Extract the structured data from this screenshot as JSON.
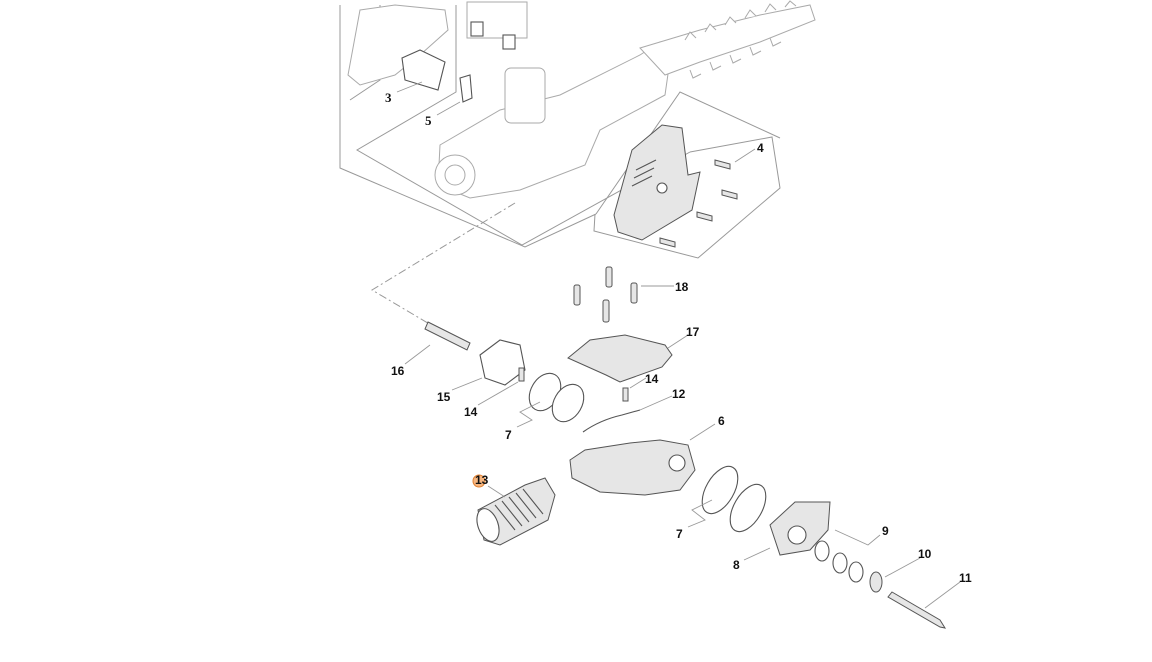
{
  "diagram": {
    "labels": [
      "3",
      "5",
      "4",
      "18",
      "17",
      "16",
      "15",
      "14",
      "14",
      "12",
      "7",
      "6",
      "13",
      "7",
      "9",
      "8",
      "10",
      "11"
    ],
    "hotspot_color": "#f4a460",
    "line_color": "#555555"
  }
}
